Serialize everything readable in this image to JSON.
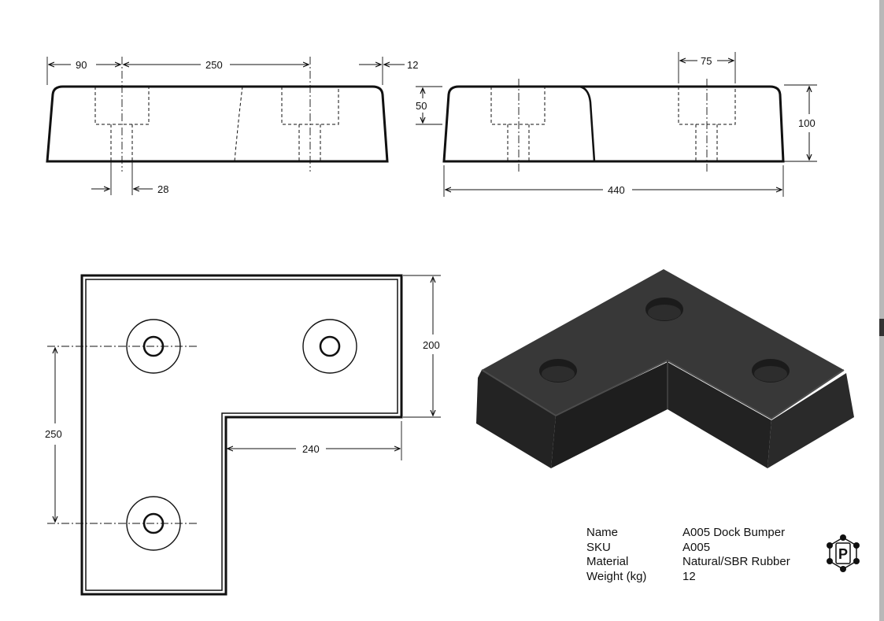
{
  "drawing": {
    "dimensions": {
      "d90": "90",
      "d250_top": "250",
      "d12": "12",
      "d28": "28",
      "d50": "50",
      "d75": "75",
      "d100": "100",
      "d440": "440",
      "d200": "200",
      "d250_side": "250",
      "d240": "240"
    }
  },
  "specs": {
    "name_label": "Name",
    "name_value": "A005 Dock Bumper",
    "sku_label": "SKU",
    "sku_value": "A005",
    "material_label": "Material",
    "material_value": "Natural/SBR Rubber",
    "weight_label": "Weight (kg)",
    "weight_value": "12"
  },
  "logo": {
    "letter": "P"
  },
  "colors": {
    "line": "#111111",
    "rubber": "#2a2a2a",
    "rubber_top": "#3a3a3a",
    "rubber_dark": "#1a1a1a"
  }
}
